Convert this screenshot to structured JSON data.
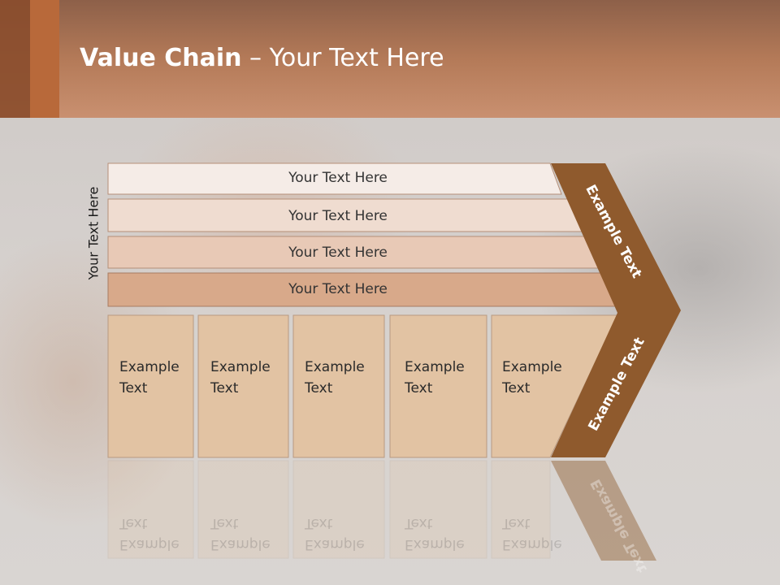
{
  "title": {
    "bold": "Value Chain",
    "rest": " – Your Text Here"
  },
  "side_label": "Your Text Here",
  "rows": [
    "Your Text Here",
    "Your Text Here",
    "Your Text Here",
    "Your Text Here"
  ],
  "cells": [
    {
      "line1": "Example",
      "line2": "Text"
    },
    {
      "line1": "Example",
      "line2": "Text"
    },
    {
      "line1": "Example",
      "line2": "Text"
    },
    {
      "line1": "Example",
      "line2": "Text"
    },
    {
      "line1": "Example",
      "line2": "Text"
    }
  ],
  "chevron_top": "Example Text",
  "chevron_bottom": "Example Text",
  "colors": {
    "header": "#b47a58",
    "chevron": "#8f5a2d",
    "row1": "#f5ece7",
    "row2": "#efdcd0",
    "row3": "#e8c9b6",
    "row4": "#d8a98a",
    "cell": "#e2c3a3"
  }
}
